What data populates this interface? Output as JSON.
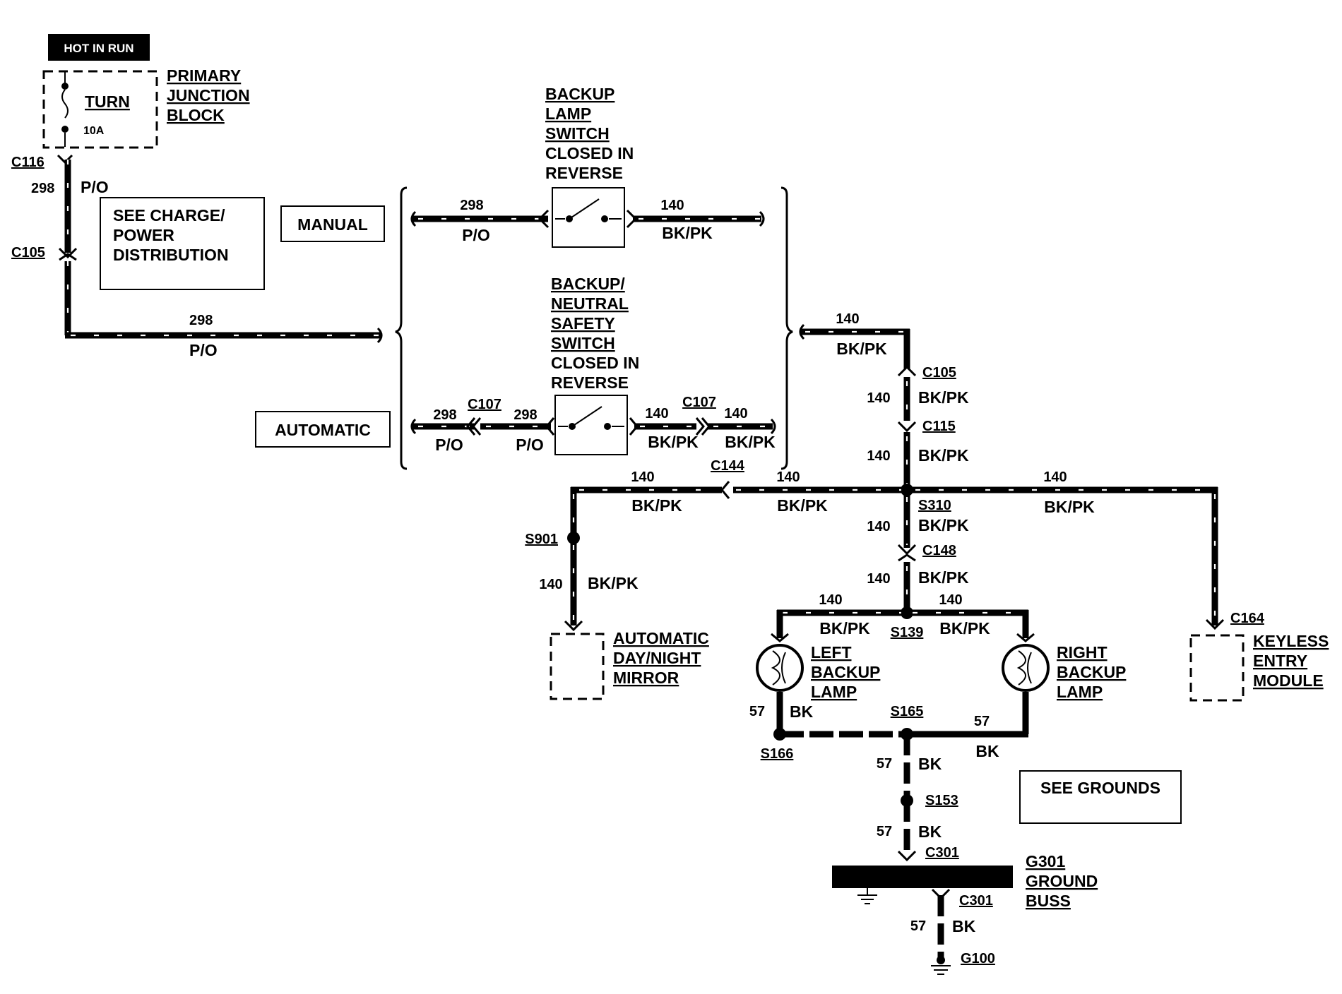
{
  "power": {
    "hot_label": "HOT IN RUN",
    "fuse_name": "TURN",
    "fuse_rating": "10A",
    "junction_block": [
      "PRIMARY",
      "JUNCTION",
      "BLOCK"
    ]
  },
  "notes": {
    "charge": [
      "SEE CHARGE/",
      "POWER",
      "DISTRIBUTION"
    ],
    "grounds": "SEE GROUNDS"
  },
  "transmission": {
    "manual": "MANUAL",
    "automatic": "AUTOMATIC"
  },
  "switches": {
    "backup_lamp": [
      "BACKUP",
      "LAMP",
      "SWITCH",
      "CLOSED IN",
      "REVERSE"
    ],
    "neutral_safety": [
      "BACKUP/",
      "NEUTRAL",
      "SAFETY",
      "SWITCH",
      "CLOSED IN",
      "REVERSE"
    ]
  },
  "components": {
    "mirror": [
      "AUTOMATIC",
      "DAY/NIGHT",
      "MIRROR"
    ],
    "left_lamp": [
      "LEFT",
      "BACKUP",
      "LAMP"
    ],
    "right_lamp": [
      "RIGHT",
      "BACKUP",
      "LAMP"
    ],
    "keyless": [
      "KEYLESS",
      "ENTRY",
      "MODULE"
    ],
    "ground_buss": [
      "G301",
      "GROUND",
      "BUSS"
    ]
  },
  "connectors": {
    "c116": "C116",
    "c105": "C105",
    "c107": "C107",
    "c115": "C115",
    "c144": "C144",
    "c148": "C148",
    "c164": "C164",
    "c301": "C301",
    "g100": "G100"
  },
  "splices": {
    "s310": "S310",
    "s901": "S901",
    "s139": "S139",
    "s165": "S165",
    "s166": "S166",
    "s153": "S153"
  },
  "circuits": {
    "c298": "298",
    "c140": "140",
    "c57": "57",
    "po": "P/O",
    "bkpk": "BK/PK",
    "bk": "BK"
  }
}
